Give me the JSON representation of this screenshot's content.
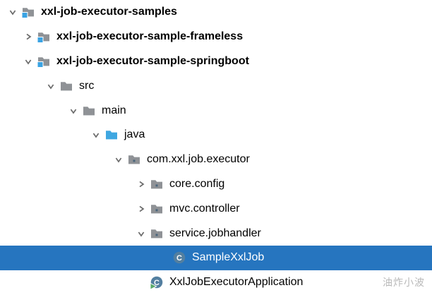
{
  "tree": {
    "rows": [
      {
        "label": "xxl-job-executor-samples",
        "level": 0,
        "chevron": "expanded",
        "icon": "project-folder",
        "bold": true,
        "selected": false
      },
      {
        "label": "xxl-job-executor-sample-frameless",
        "level": 1,
        "chevron": "collapsed",
        "icon": "module-folder",
        "bold": true,
        "selected": false
      },
      {
        "label": "xxl-job-executor-sample-springboot",
        "level": 1,
        "chevron": "expanded",
        "icon": "module-folder",
        "bold": true,
        "selected": false
      },
      {
        "label": "src",
        "level": 2,
        "chevron": "expanded",
        "icon": "folder",
        "bold": false,
        "selected": false
      },
      {
        "label": "main",
        "level": 3,
        "chevron": "expanded",
        "icon": "folder",
        "bold": false,
        "selected": false
      },
      {
        "label": "java",
        "level": 4,
        "chevron": "expanded",
        "icon": "source-folder",
        "bold": false,
        "selected": false
      },
      {
        "label": "com.xxl.job.executor",
        "level": 5,
        "chevron": "expanded",
        "icon": "package",
        "bold": false,
        "selected": false
      },
      {
        "label": "core.config",
        "level": 6,
        "chevron": "collapsed",
        "icon": "package",
        "bold": false,
        "selected": false
      },
      {
        "label": "mvc.controller",
        "level": 6,
        "chevron": "collapsed",
        "icon": "package",
        "bold": false,
        "selected": false
      },
      {
        "label": "service.jobhandler",
        "level": 6,
        "chevron": "expanded",
        "icon": "package",
        "bold": false,
        "selected": false
      },
      {
        "label": "SampleXxlJob",
        "level": 7,
        "chevron": "none",
        "icon": "class",
        "bold": false,
        "selected": true
      },
      {
        "label": "XxlJobExecutorApplication",
        "level": 6,
        "chevron": "none",
        "icon": "main-class",
        "bold": false,
        "selected": false
      }
    ]
  },
  "watermark": {
    "text": "油炸小波"
  },
  "colors": {
    "selection": "#2675BF",
    "text": "#000000",
    "selected_text": "#FFFFFF",
    "folder": "#8F9296",
    "source_folder": "#3FA7E1",
    "module_badge": "#3AA3E3",
    "package_dot": "#4A657C",
    "class_fill": "#537FA0",
    "run_badge": "#59A869",
    "chevron": "#6B6B6B",
    "watermark": "#B9B9B9"
  }
}
